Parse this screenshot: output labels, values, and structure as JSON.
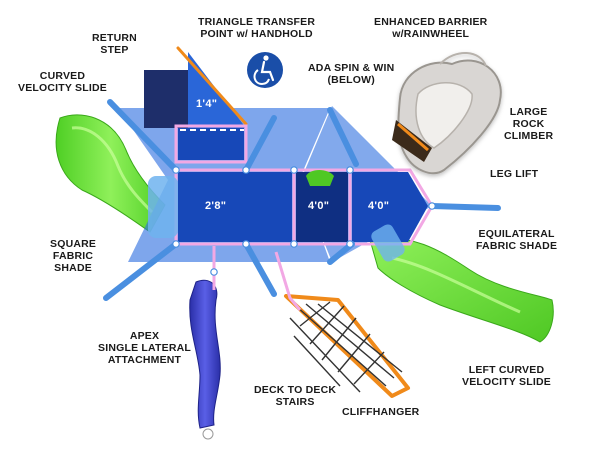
{
  "labels": {
    "return_step": [
      "RETURN",
      "STEP"
    ],
    "triangle_transfer": [
      "TRIANGLE TRANSFER",
      "POINT w/ HANDHOLD"
    ],
    "enhanced_barrier": [
      "ENHANCED BARRIER",
      "w/RAINWHEEL"
    ],
    "curved_velocity_slide": [
      "CURVED",
      "VELOCITY SLIDE"
    ],
    "ada_spin_win": [
      "ADA SPIN  & WIN",
      "(BELOW)"
    ],
    "large_rock_climber": [
      "LARGE",
      "ROCK",
      "CLIMBER"
    ],
    "leg_lift": [
      "LEG LIFT"
    ],
    "square_fabric_shade": [
      "SQUARE",
      "FABRIC",
      "SHADE"
    ],
    "equilateral_fabric_shade": [
      "EQUILATERAL",
      "FABRIC SHADE"
    ],
    "apex_single_lateral": [
      "APEX",
      "SINGLE LATERAL",
      "ATTACHMENT"
    ],
    "left_curved_velocity_slide": [
      "LEFT CURVED",
      "VELOCITY SLIDE"
    ],
    "deck_to_deck_stairs": [
      "DECK TO DECK",
      "STAIRS"
    ],
    "cliffhanger": [
      "CLIFFHANGER"
    ]
  },
  "deck_heights": {
    "transfer": "1'4\"",
    "main_deck": "2'8\"",
    "deck_a": "4'0\"",
    "deck_b": "4'0\""
  },
  "icons": {
    "accessibility": "wheelchair-accessibility-icon"
  },
  "colors": {
    "deck": "#1748b8",
    "shade": "#2f6fe0",
    "post": "#4a8fe0",
    "slide_green": "#6ee33a",
    "slide_purple": "#3a3fc4",
    "frame_pink": "#f2a8e4",
    "rock": "#d9d6d3",
    "stairs": "#f08a1a",
    "ada_icon": "#1a4ea8"
  }
}
